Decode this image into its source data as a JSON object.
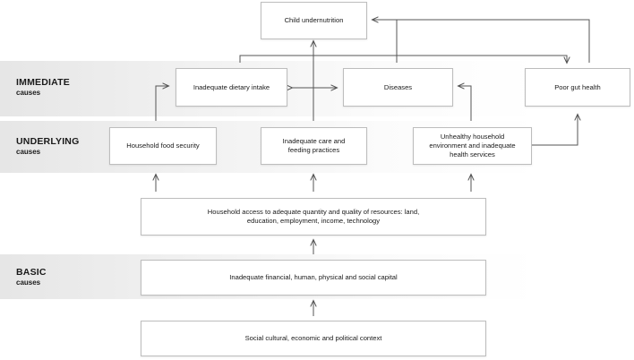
{
  "levels": {
    "immediate": {
      "title": "IMMEDIATE",
      "sub": "causes"
    },
    "underlying": {
      "title": "UNDERLYING",
      "sub": "causes"
    },
    "basic": {
      "title": "BASIC",
      "sub": "causes"
    }
  },
  "boxes": {
    "child_undernutrition": "Child undernutrition",
    "inadequate_dietary_intake": "Inadequate dietary intake",
    "diseases": "Diseases",
    "poor_gut_health": "Poor gut health",
    "household_food_security": "Household food security",
    "inadequate_care": "Inadequate care and feeding practices",
    "unhealthy_environment": "Unhealthy household environment and inadequate health services",
    "household_access": "Household access to adequate quantity and quality of resources: land, education, employment, income, technology",
    "inadequate_capital": "Inadequate financial, human, physical and social capital",
    "social_context": "Social cultural, economic and political context"
  },
  "colors": {
    "band_start": "#e6e6e6",
    "box_border": "#bdbdbd",
    "arrow": "#555555"
  }
}
